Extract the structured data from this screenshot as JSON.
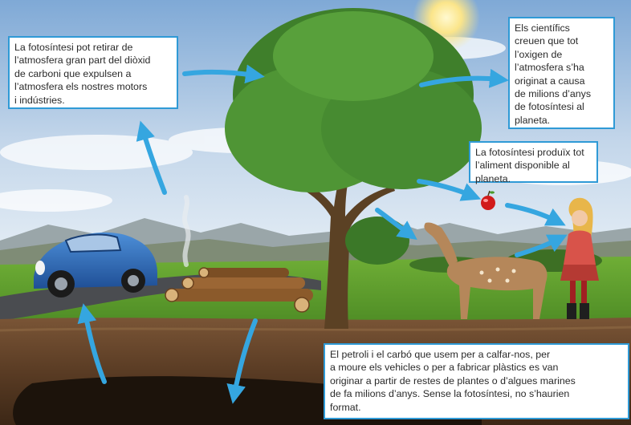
{
  "labels": {
    "co2_removal": "La fotosíntesi pot retirar de\nl’atmosfera gran part del diòxid\nde carboni que expulsen a\nl’atmosfera els nostres motors\ni indústries.",
    "oxygen_origin": "Els científics\ncreuen que tot\nl’oxigen de\nl’atmosfera s’ha\noriginat a causa\nde milions d’anys\nde fotosíntesi al\nplaneta.",
    "food_production": "La fotosíntesi produïx tot\nl’aliment disponible al\nplaneta.",
    "fossil_fuels": "El petroli i el carbó que usem per a calfar-nos, per\na moure els vehicles o per a fabricar plàstics es van\noriginar a partir de restes de plantes o d’algues marines\nde fa milions d’anys. Sense la fotosíntesi, no s’haurien\nformat."
  },
  "scene": {
    "illustration_elements": [
      "sun",
      "tree",
      "car",
      "logs",
      "deer",
      "girl",
      "apple",
      "soil-cross-section",
      "mountains"
    ]
  },
  "colors": {
    "sky_top": "#7fa9d6",
    "sky_bottom": "#e4edf5",
    "grass": "#5e9a2e",
    "soil": "#6b4a2e",
    "arrow": "#35a6e0",
    "box_border": "#2f9ad6",
    "car": "#2d6fc0",
    "apple": "#d11b1b"
  }
}
